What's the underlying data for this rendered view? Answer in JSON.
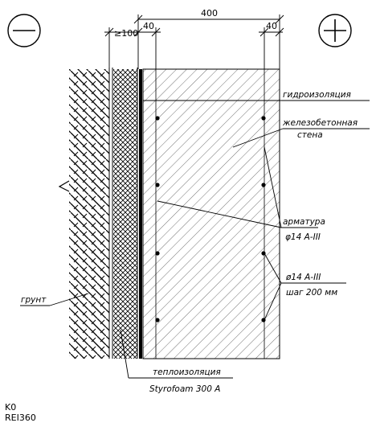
{
  "signs": {
    "minus": "−",
    "plus": "+"
  },
  "dimensions": {
    "overall": "400",
    "left_cover": "40",
    "right_cover": "40",
    "insulation": "≥100"
  },
  "labels": {
    "waterproofing": "гидроизоляция",
    "wall_line1": "железобетонная",
    "wall_line2": "стена",
    "rebar_line1": "арматура",
    "rebar_line2": "φ14 A-III",
    "rebar2_line1": "ø14 A-III",
    "rebar2_line2": "шаг 200 мм",
    "soil": "грунт",
    "insulation_line1": "теплоизоляция",
    "insulation_line2": "Styrofoam 300 A"
  },
  "classification": {
    "fire_class": "K0",
    "fire_resistance": "REI360"
  },
  "colors": {
    "ink": "#000000",
    "background": "#ffffff"
  }
}
